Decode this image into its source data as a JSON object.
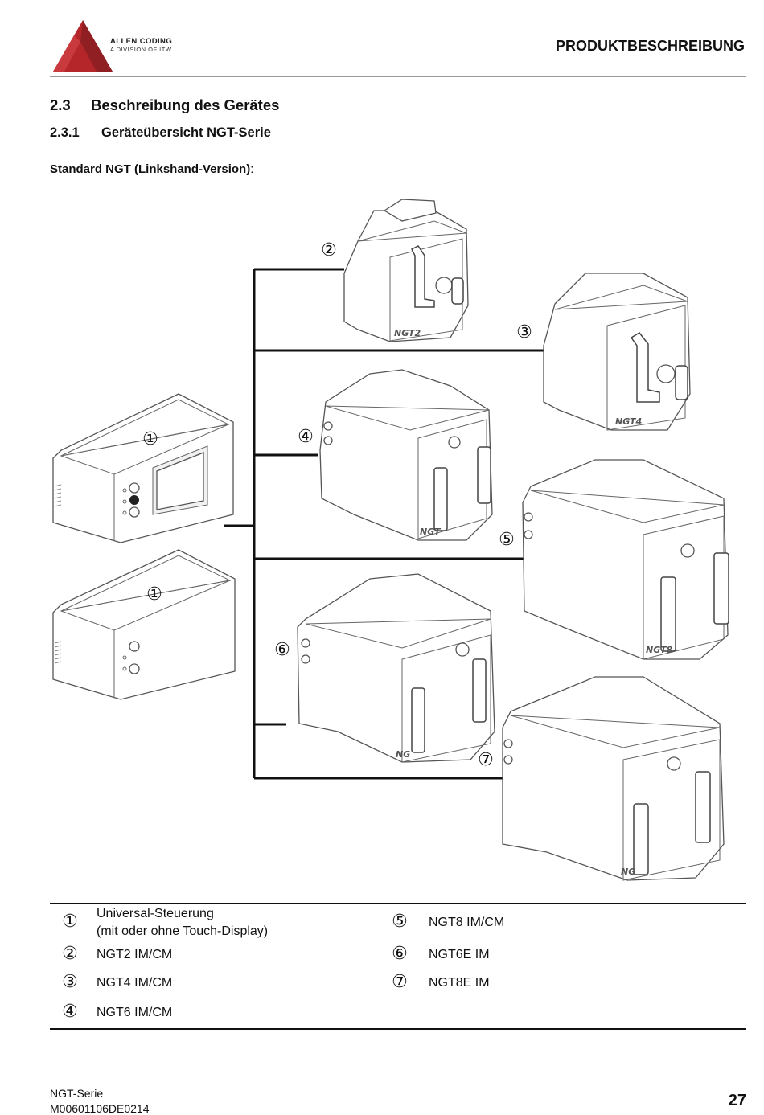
{
  "header": {
    "logo_name": "ALLEN CODING",
    "logo_sub": "A DIVISION OF ITW",
    "title": "PRODUKTBESCHREIBUNG"
  },
  "section": {
    "number": "2.3",
    "title": "Beschreibung des Gerätes"
  },
  "subsection": {
    "number": "2.3.1",
    "title": "Geräteübersicht NGT-Serie"
  },
  "figure_caption": {
    "bold": "Standard NGT (Linkshand-Version)",
    "suffix": ":"
  },
  "diagram": {
    "callouts": {
      "c1a": "①",
      "c1b": "①",
      "c2": "②",
      "c3": "③",
      "c4": "④",
      "c5": "⑤",
      "c6": "⑥",
      "c7": "⑦"
    },
    "device_markings": {
      "ngt2": "NGT2",
      "ngt4": "NGT4",
      "ngt6": "NGT",
      "ngt8": "NGT8",
      "ngt6e": "NG",
      "ngt8e": "NG"
    }
  },
  "legend": {
    "items": [
      {
        "symbol": "①",
        "line1": "Universal-Steuerung",
        "line2": "(mit oder ohne Touch-Display)"
      },
      {
        "symbol": "②",
        "line1": "NGT2 IM/CM"
      },
      {
        "symbol": "③",
        "line1": "NGT4 IM/CM"
      },
      {
        "symbol": "④",
        "line1": "NGT6 IM/CM"
      },
      {
        "symbol": "⑤",
        "line1": "NGT8 IM/CM"
      },
      {
        "symbol": "⑥",
        "line1": "NGT6E IM"
      },
      {
        "symbol": "⑦",
        "line1": "NGT8E IM"
      }
    ]
  },
  "footer": {
    "series": "NGT-Serie",
    "doc_number": "M00601106DE0214",
    "page": "27"
  },
  "colors": {
    "logo_red": "#b5262b",
    "logo_dark": "#7d1a1d"
  }
}
